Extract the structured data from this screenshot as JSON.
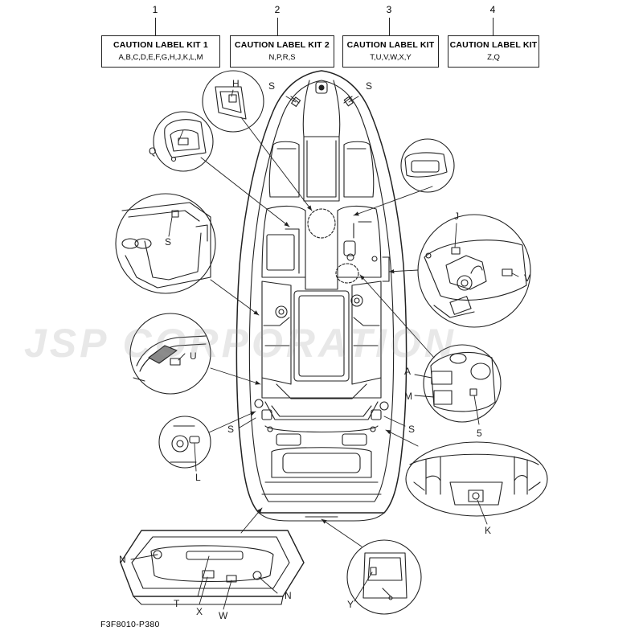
{
  "kits": [
    {
      "number": "1",
      "title": "CAUTION LABEL KIT 1",
      "list": "A,B,C,D,E,F,G,H,J,K,L,M"
    },
    {
      "number": "2",
      "title": "CAUTION LABEL KIT 2",
      "list": "N,P,R,S"
    },
    {
      "number": "3",
      "title": "CAUTION LABEL KIT",
      "list": "T,U,V,W,X,Y"
    },
    {
      "number": "4",
      "title": "CAUTION LABEL KIT",
      "list": "Z,Q"
    }
  ],
  "watermark": "JSP CORPORATION",
  "diagram_code": "F3F8010-P380",
  "callouts": {
    "H": "H",
    "S_left_bow": "S",
    "S_right_bow": "S",
    "Q": "Q",
    "S_detail": "S",
    "J": "J",
    "V": "V",
    "U": "U",
    "A": "A",
    "M": "M",
    "five": "5",
    "S_left_aft": "S",
    "S_right_aft": "S",
    "L": "L",
    "K": "K",
    "N_left": "N",
    "N_right": "N",
    "T": "T",
    "X": "X",
    "W": "W",
    "Y": "Y"
  },
  "colors": {
    "line": "#222222",
    "watermark": "#969696"
  }
}
